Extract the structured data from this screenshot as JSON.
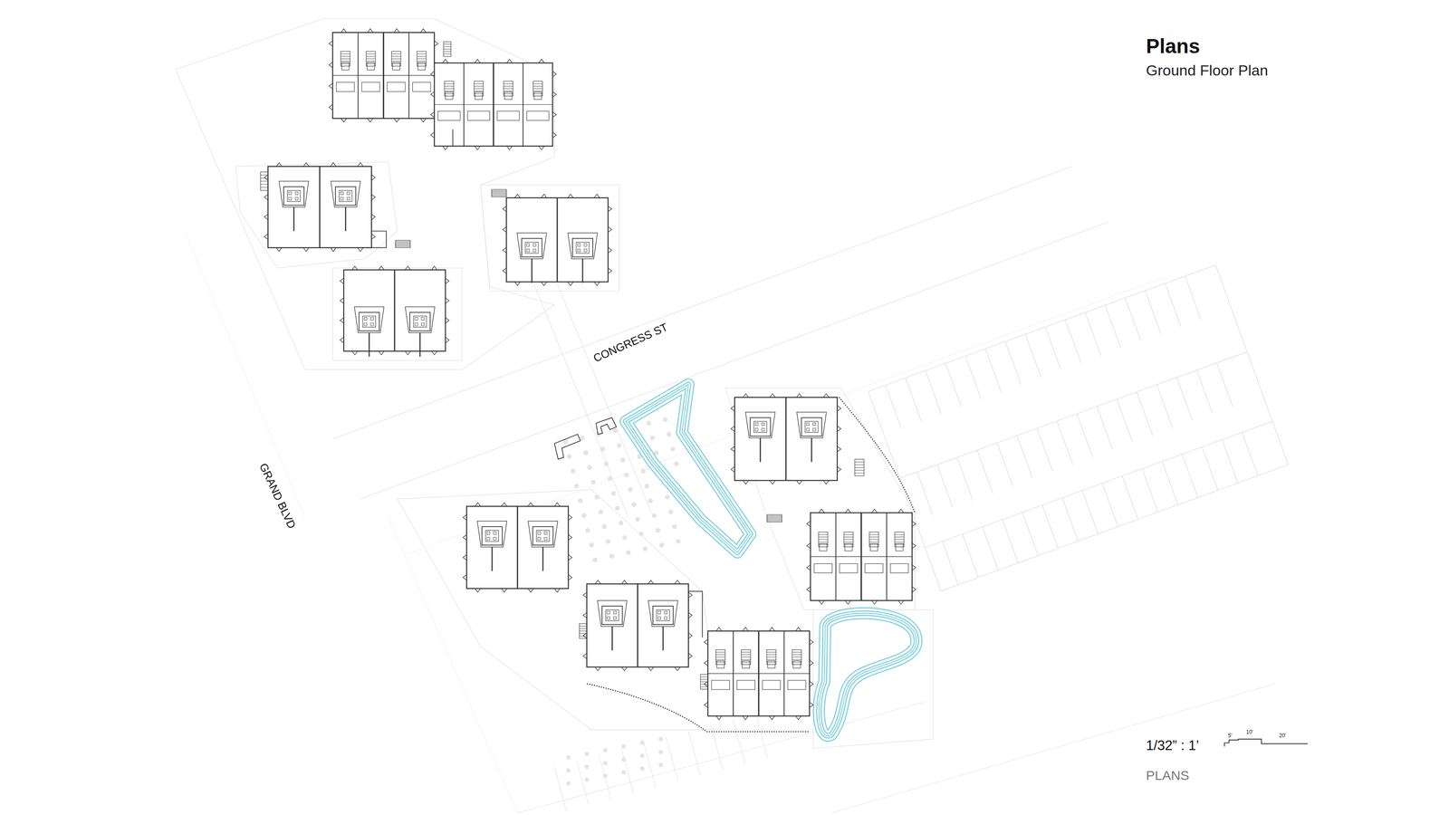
{
  "diagram": {
    "title": "Plans",
    "caption": "Ground Floor Plan",
    "labels": [
      "CONGRESS ST",
      "GRAND BLVD",
      "1/32” : 1’",
      "5'",
      "10'",
      "20'",
      "PLANS"
    ]
  }
}
